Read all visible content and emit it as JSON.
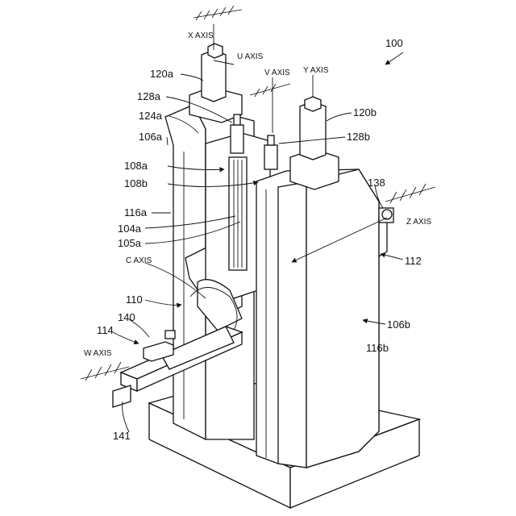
{
  "figure": {
    "reference_number": "100",
    "axis_labels": {
      "x": "X AXIS",
      "u": "U AXIS",
      "v": "V AXIS",
      "y": "Y AXIS",
      "z": "Z AXIS",
      "c": "C AXIS",
      "w": "W AXIS"
    },
    "part_labels": {
      "p120a": "120a",
      "p128a": "128a",
      "p124a": "124a",
      "p106a": "106a",
      "p108a": "108a",
      "p108b": "108b",
      "p116a": "116a",
      "p104a": "104a",
      "p105a": "105a",
      "p110": "110",
      "p140": "140",
      "p114": "114",
      "p141": "141",
      "p120b": "120b",
      "p128b": "128b",
      "p138": "138",
      "p112": "112",
      "p106b": "106b",
      "p116b": "116b"
    }
  }
}
